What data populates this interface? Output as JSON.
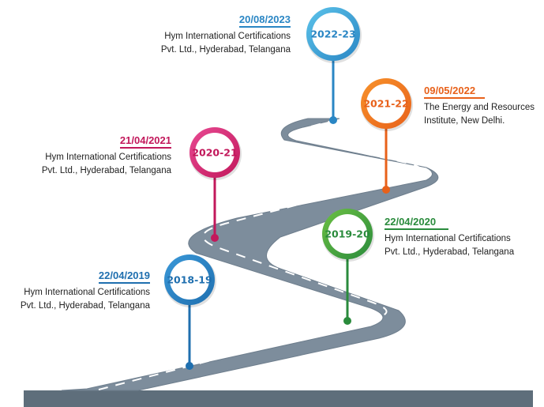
{
  "colors": {
    "road": "#7d8d9c",
    "road_edge": "#6e7e8d",
    "ground": "#5e6e7b",
    "dash": "#ffffff"
  },
  "milestones": [
    {
      "id": "2018-19",
      "label": "2018-19",
      "date": "22/04/2019",
      "line1": "Hym International Certifications",
      "line2": "Pvt. Ltd., Hyderabad, Telangana",
      "color": "#1f6faf",
      "color_light": "#3a98d8"
    },
    {
      "id": "2019-20",
      "label": "2019-20",
      "date": "22/04/2020",
      "line1": "Hym International Certifications",
      "line2": "Pvt. Ltd., Hyderabad, Telangana",
      "color": "#2a8b3c",
      "color_light": "#6cc043"
    },
    {
      "id": "2020-21",
      "label": "2020-21",
      "date": "21/04/2021",
      "line1": "Hym International Certifications",
      "line2": "Pvt. Ltd., Hyderabad, Telangana",
      "color": "#c2185b",
      "color_light": "#e84a93"
    },
    {
      "id": "2021-22",
      "label": "2021-22",
      "date": "09/05/2022",
      "line1": "The Energy and Resources",
      "line2": "Institute, New Delhi.",
      "color": "#e8611a",
      "color_light": "#f7922b"
    },
    {
      "id": "2022-23",
      "label": "2022-23",
      "date": "20/08/2023",
      "line1": "Hym International Certifications",
      "line2": "Pvt. Ltd., Hyderabad, Telangana",
      "color": "#2a86c4",
      "color_light": "#5cc3ea"
    }
  ]
}
